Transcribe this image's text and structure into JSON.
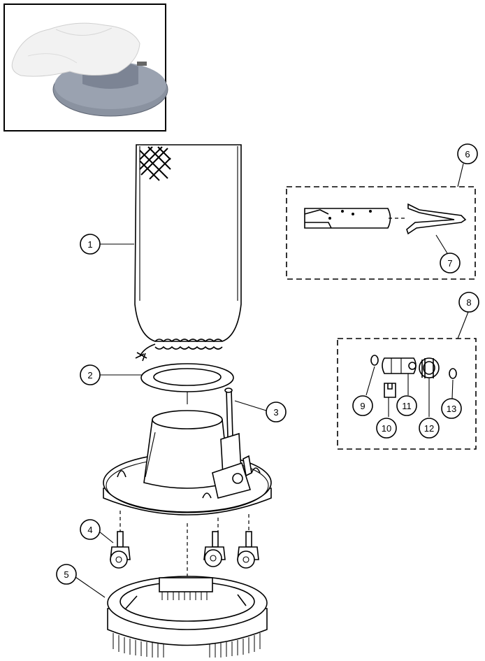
{
  "callouts": [
    {
      "id": "callout-1",
      "text": "1"
    },
    {
      "id": "callout-2",
      "text": "2"
    },
    {
      "id": "callout-3",
      "text": "3"
    },
    {
      "id": "callout-4",
      "text": "4"
    },
    {
      "id": "callout-5",
      "text": "5"
    },
    {
      "id": "callout-6",
      "text": "6"
    },
    {
      "id": "callout-7",
      "text": "7"
    },
    {
      "id": "callout-8",
      "text": "8"
    },
    {
      "id": "callout-9",
      "text": "9"
    },
    {
      "id": "callout-10",
      "text": "10"
    },
    {
      "id": "callout-11",
      "text": "11"
    },
    {
      "id": "callout-12",
      "text": "12"
    },
    {
      "id": "callout-13",
      "text": "13"
    }
  ],
  "colors": {
    "line": "#000000",
    "background": "#ffffff",
    "photo_bg": "#ffffff",
    "photo_base": "#8a92a0",
    "photo_bag": "#f4f4f4"
  }
}
